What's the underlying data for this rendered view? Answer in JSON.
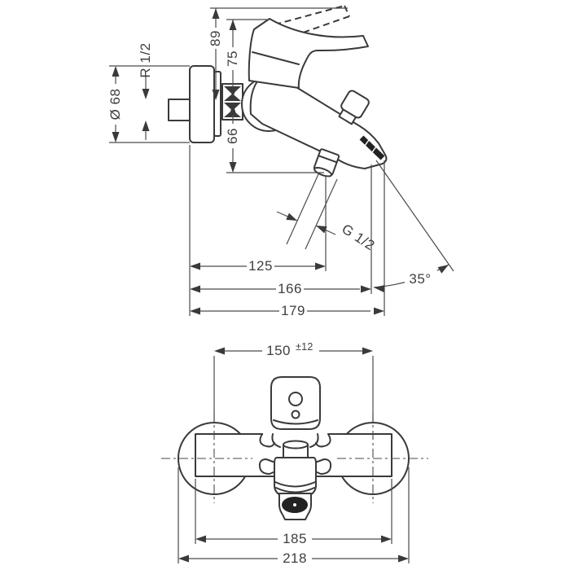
{
  "side_view": {
    "dim_89": "89",
    "dim_75": "75",
    "dim_66": "66",
    "wall_thread": "R 1/2",
    "escutcheon_diameter": "Ø 68",
    "hose_thread": "G 1/2",
    "dim_125": "125",
    "dim_166": "166",
    "dim_179": "179",
    "spout_angle": "35°"
  },
  "front_view": {
    "dim_150": "150",
    "dim_150_tolerance": "±12",
    "dim_185": "185",
    "dim_218": "218"
  }
}
